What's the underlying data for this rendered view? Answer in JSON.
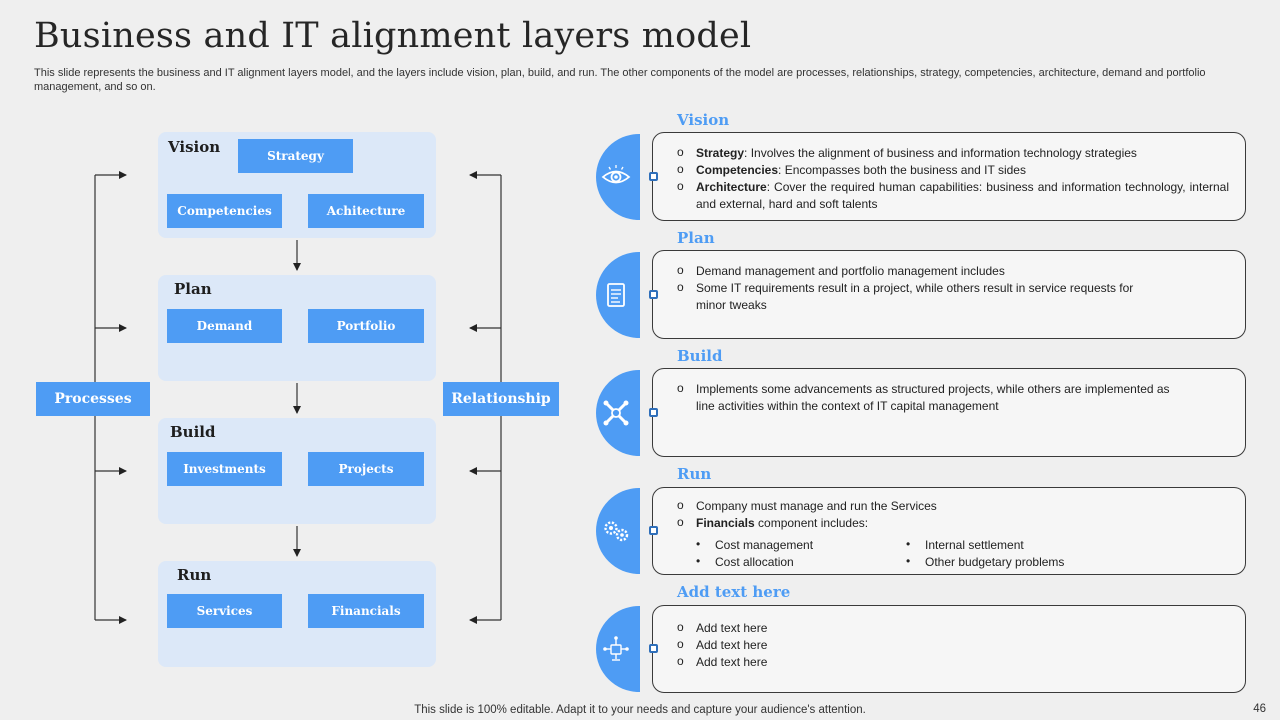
{
  "title": "Business and IT alignment layers model",
  "subtitle": "This slide represents the business and IT alignment layers model, and the layers include vision, plan, build, and run. The other components of the model are processes, relationships, strategy, competencies, architecture, demand and portfolio management, and so on.",
  "diagram": {
    "processes_label": "Processes",
    "relationship_label": "Relationship",
    "layers": [
      {
        "name": "Vision",
        "components": [
          "Strategy",
          "Competencies",
          "Achitecture"
        ]
      },
      {
        "name": "Plan",
        "components": [
          "Demand",
          "Portfolio"
        ]
      },
      {
        "name": "Build",
        "components": [
          "Investments",
          "Projects"
        ]
      },
      {
        "name": "Run",
        "components": [
          "Services",
          "Financials"
        ]
      }
    ]
  },
  "sections": [
    {
      "label": "Vision",
      "icon": "eye-icon",
      "items": [
        {
          "bold": "Strategy",
          "text": ": Involves  the alignment of business and information  technology strategies"
        },
        {
          "bold": "Competencies",
          "text": ": Encompasses both the business and IT sides"
        },
        {
          "bold": "Architecture",
          "text": ": Cover the required human capabilities: business and information technology, internal and external, hard and soft talents"
        }
      ]
    },
    {
      "label": "Plan",
      "icon": "document-icon",
      "items": [
        {
          "bold": "",
          "text": "Demand management and portfolio management includes"
        },
        {
          "bold": "",
          "text": "Some IT requirements result in a project, while others result in service requests for minor tweaks"
        }
      ]
    },
    {
      "label": "Build",
      "icon": "tools-icon",
      "items": [
        {
          "bold": "",
          "text": "Implements some advancements  as structured projects, while others are implemented as line activities within the context of IT capital management"
        }
      ]
    },
    {
      "label": "Run",
      "icon": "gears-icon",
      "items": [
        {
          "bold": "",
          "text": "Company must manage and run the Services"
        },
        {
          "bold": "Financials",
          "text": " component includes:"
        }
      ],
      "sub_left": [
        "Cost management",
        "Cost allocation"
      ],
      "sub_right": [
        "Internal settlement",
        "Other budgetary problems"
      ]
    },
    {
      "label": "Add text here",
      "icon": "network-icon",
      "items": [
        {
          "bold": "",
          "text": "Add text here"
        },
        {
          "bold": "",
          "text": "Add text here"
        },
        {
          "bold": "",
          "text": "Add text here"
        }
      ]
    }
  ],
  "footer": "This slide is 100% editable. Adapt it to your needs and capture your audience's attention.",
  "page_number": "46",
  "colors": {
    "accent": "#4e9cf4",
    "layer_bg": "#dce8f8",
    "background": "#efefef"
  }
}
